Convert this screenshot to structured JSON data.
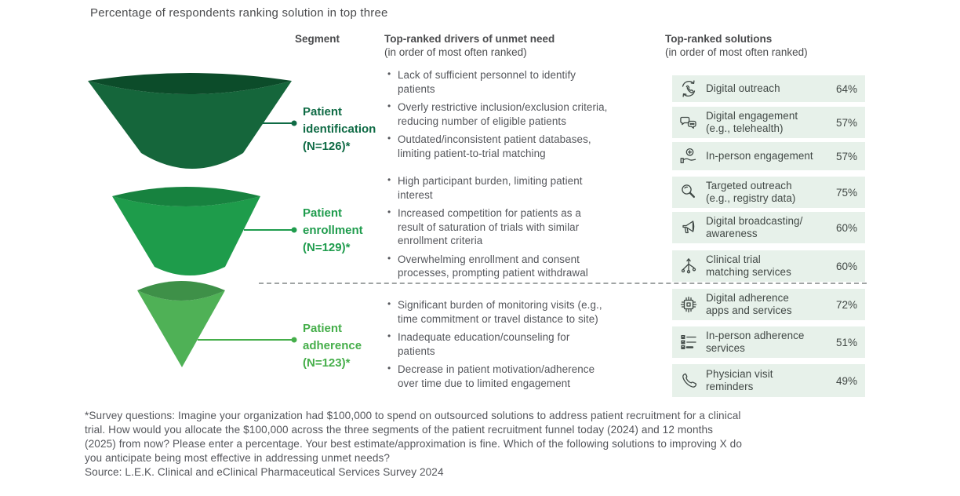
{
  "title": "Percentage of respondents ranking solution in top three",
  "columns": {
    "segment": "Segment",
    "drivers_title": "Top-ranked drivers of unmet need",
    "drivers_sub": "(in order of most often ranked)",
    "solutions_title": "Top-ranked solutions",
    "solutions_sub": "(in order of most often ranked)"
  },
  "segments": [
    {
      "name": "Patient identification",
      "label_lines": [
        "Patient",
        "identification",
        "(N=126)*"
      ],
      "color": "#0F6B45"
    },
    {
      "name": "Patient enrollment",
      "label_lines": [
        "Patient",
        "enrollment",
        "(N=129)*"
      ],
      "color": "#1F9C4D"
    },
    {
      "name": "Patient adherence",
      "label_lines": [
        "Patient",
        "adherence",
        "(N=123)*"
      ],
      "color": "#45AE4A"
    }
  ],
  "drivers": [
    {
      "items": [
        [
          "Lack of sufficient personnel to identify",
          "patients"
        ],
        [
          "Overly restrictive inclusion/exclusion criteria,",
          "reducing number of eligible patients"
        ],
        [
          "Outdated/inconsistent patient databases,",
          "limiting patient-to-trial matching"
        ]
      ]
    },
    {
      "items": [
        [
          "High participant burden, limiting patient",
          "interest"
        ],
        [
          "Increased competition for patients as a",
          "result of saturation of trials with similar",
          "enrollment criteria"
        ],
        [
          "Overwhelming enrollment and consent",
          "processes, prompting patient withdrawal"
        ]
      ]
    },
    {
      "items": [
        [
          "Significant burden of monitoring visits (e.g.,",
          "time commitment or travel distance to site)"
        ],
        [
          "Inadequate education/counseling for",
          "patients"
        ],
        [
          "Decrease in patient motivation/adherence",
          "over time due to limited engagement"
        ]
      ]
    }
  ],
  "solutions": [
    {
      "icon": "phone-circular-arrows",
      "label_lines": [
        "Digital outreach"
      ],
      "pct": "64%"
    },
    {
      "icon": "chat-bubbles",
      "label_lines": [
        "Digital engagement",
        "(e.g., telehealth)"
      ],
      "pct": "57%"
    },
    {
      "icon": "hand-medical-cross",
      "label_lines": [
        "In-person engagement"
      ],
      "pct": "57%"
    },
    {
      "icon": "magnifying-glass",
      "label_lines": [
        "Targeted outreach",
        "(e.g., registry data)"
      ],
      "pct": "75%"
    },
    {
      "icon": "megaphone",
      "label_lines": [
        "Digital broadcasting/",
        "awareness"
      ],
      "pct": "60%"
    },
    {
      "icon": "network-branch",
      "label_lines": [
        "Clinical trial",
        "matching services"
      ],
      "pct": "60%"
    },
    {
      "icon": "circuit-chip",
      "label_lines": [
        "Digital adherence",
        "apps and services"
      ],
      "pct": "72%"
    },
    {
      "icon": "checklist",
      "label_lines": [
        "In-person adherence",
        "services"
      ],
      "pct": "51%"
    },
    {
      "icon": "phone-handset",
      "label_lines": [
        "Physician visit",
        "reminders"
      ],
      "pct": "49%"
    }
  ],
  "footnote": {
    "lines": [
      "*Survey questions: Imagine your organization had $100,000 to spend on outsourced solutions to address patient recruitment for a clinical",
      "trial. How would you allocate the $100,000 across the three segments of the patient recruitment funnel today (2024) and 12 months",
      "(2025) from now? Please enter a percentage. Your best estimate/approximation is fine. Which of the following solutions to improving X do",
      "you anticipate being most effective in addressing unmet needs?",
      "Source: L.E.K. Clinical and eClinical Pharmaceutical Services Survey 2024"
    ]
  },
  "colors": {
    "funnel_top_body": "#15663B",
    "funnel_top_lens": "#0C4C2A",
    "funnel_mid_body": "#1E9C4B",
    "funnel_mid_lens": "#17823F",
    "funnel_bottom_body": "#4FB156",
    "funnel_bottom_lens": "#3E9048",
    "row_bg": "#E7F1EA",
    "text_gray": "#54565B",
    "heading_gray": "#4A4B4D"
  },
  "chart_data": {
    "type": "funnel",
    "title": "Percentage of respondents ranking solution in top three",
    "segments": [
      {
        "segment": "Patient identification",
        "n": 126,
        "drivers": [
          "Lack of sufficient personnel to identify patients",
          "Overly restrictive inclusion/exclusion criteria, reducing number of eligible patients",
          "Outdated/inconsistent patient databases, limiting patient-to-trial matching"
        ],
        "solutions": [
          {
            "label": "Digital outreach",
            "pct": 64
          },
          {
            "label": "Digital engagement (e.g., telehealth)",
            "pct": 57
          },
          {
            "label": "In-person engagement",
            "pct": 57
          }
        ]
      },
      {
        "segment": "Patient enrollment",
        "n": 129,
        "drivers": [
          "High participant burden, limiting patient interest",
          "Increased competition for patients as a result of saturation of trials with similar enrollment criteria",
          "Overwhelming enrollment and consent processes, prompting patient withdrawal"
        ],
        "solutions": [
          {
            "label": "Targeted outreach (e.g., registry data)",
            "pct": 75
          },
          {
            "label": "Digital broadcasting/awareness",
            "pct": 60
          },
          {
            "label": "Clinical trial matching services",
            "pct": 60
          }
        ]
      },
      {
        "segment": "Patient adherence",
        "n": 123,
        "drivers": [
          "Significant burden of monitoring visits (e.g., time commitment or travel distance to site)",
          "Inadequate education/counseling for patients",
          "Decrease in patient motivation/adherence over time due to limited engagement"
        ],
        "solutions": [
          {
            "label": "Digital adherence apps and services",
            "pct": 72
          },
          {
            "label": "In-person adherence services",
            "pct": 51
          },
          {
            "label": "Physician visit reminders",
            "pct": 49
          }
        ]
      }
    ]
  }
}
